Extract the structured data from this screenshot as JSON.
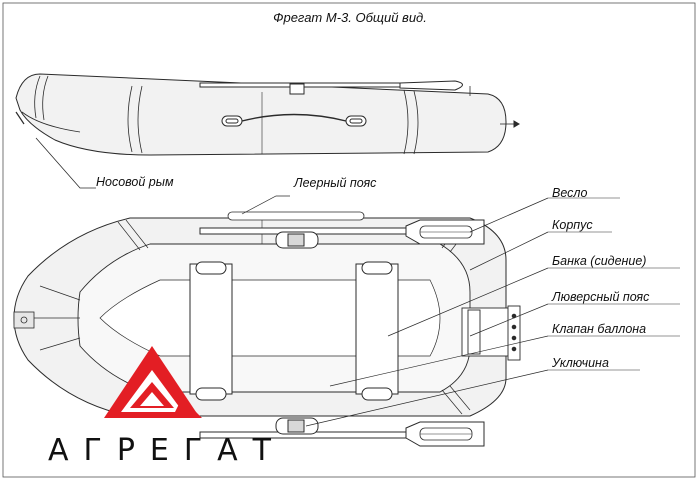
{
  "title": "Фрегат М-3. Общий вид.",
  "labels": {
    "nose_ring": "Носовой рым",
    "rail_line": "Леерный пояс",
    "oar": "Весло",
    "hull": "Корпус",
    "bench": "Банка (сидение)",
    "grommet_belt": "Люверсный пояс",
    "valve": "Клапан баллона",
    "oarlock": "Уключина"
  },
  "logo": {
    "text": "АГРЕГАТ",
    "color": "#e31e24"
  },
  "colors": {
    "line": "#2b2b2b",
    "hull_fill": "#f2f2f2",
    "inner_fill": "#ececec",
    "floor_fill": "#f8f8f8"
  }
}
